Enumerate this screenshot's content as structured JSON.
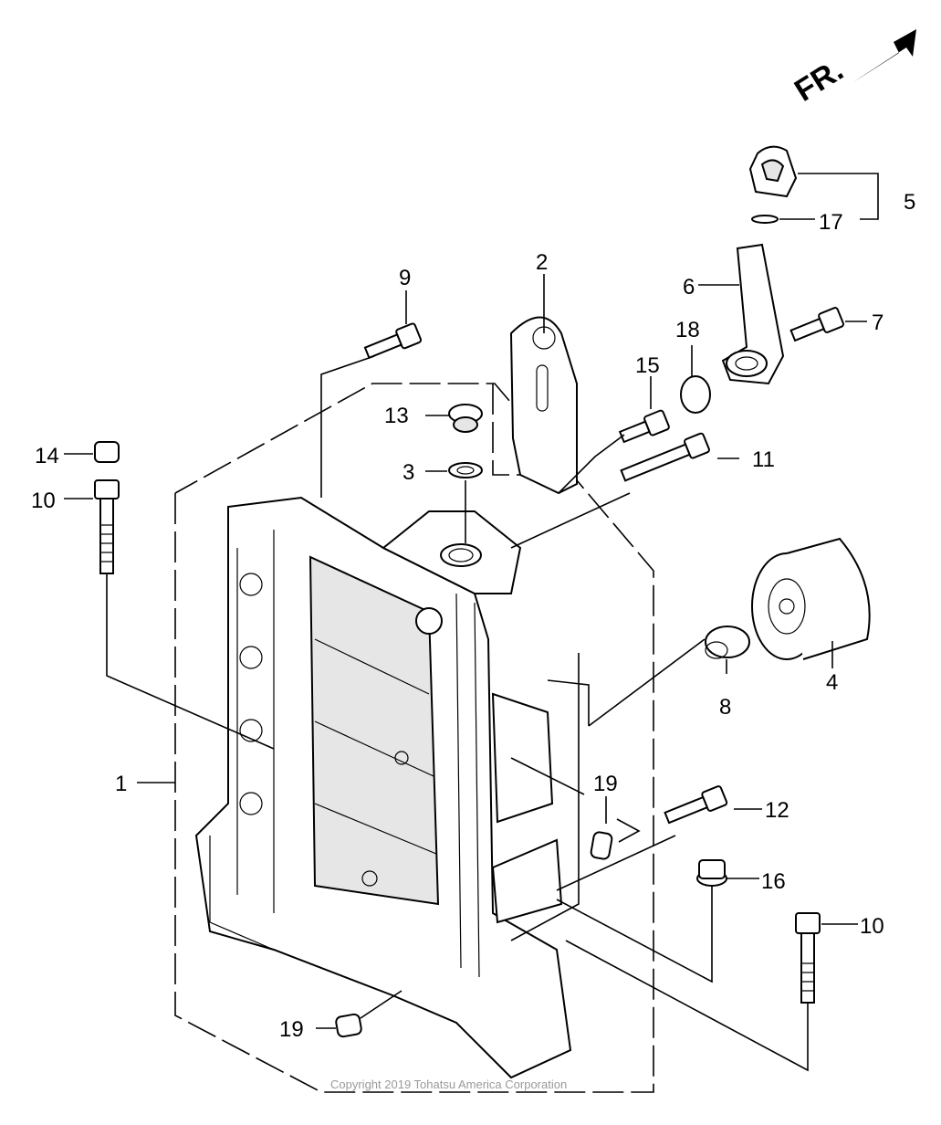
{
  "orientation": {
    "label": "FR.",
    "icon": "front-direction-arrow-icon"
  },
  "callouts": {
    "c1": "1",
    "c2": "2",
    "c3": "3",
    "c4": "4",
    "c5": "5",
    "c6": "6",
    "c7": "7",
    "c8": "8",
    "c9": "9",
    "c10a": "10",
    "c10b": "10",
    "c11": "11",
    "c12": "12",
    "c13": "13",
    "c14": "14",
    "c15": "15",
    "c16": "16",
    "c17": "17",
    "c18": "18",
    "c19a": "19",
    "c19b": "19"
  },
  "copyright": "Copyright 2019 Tohatsu America Corporation"
}
